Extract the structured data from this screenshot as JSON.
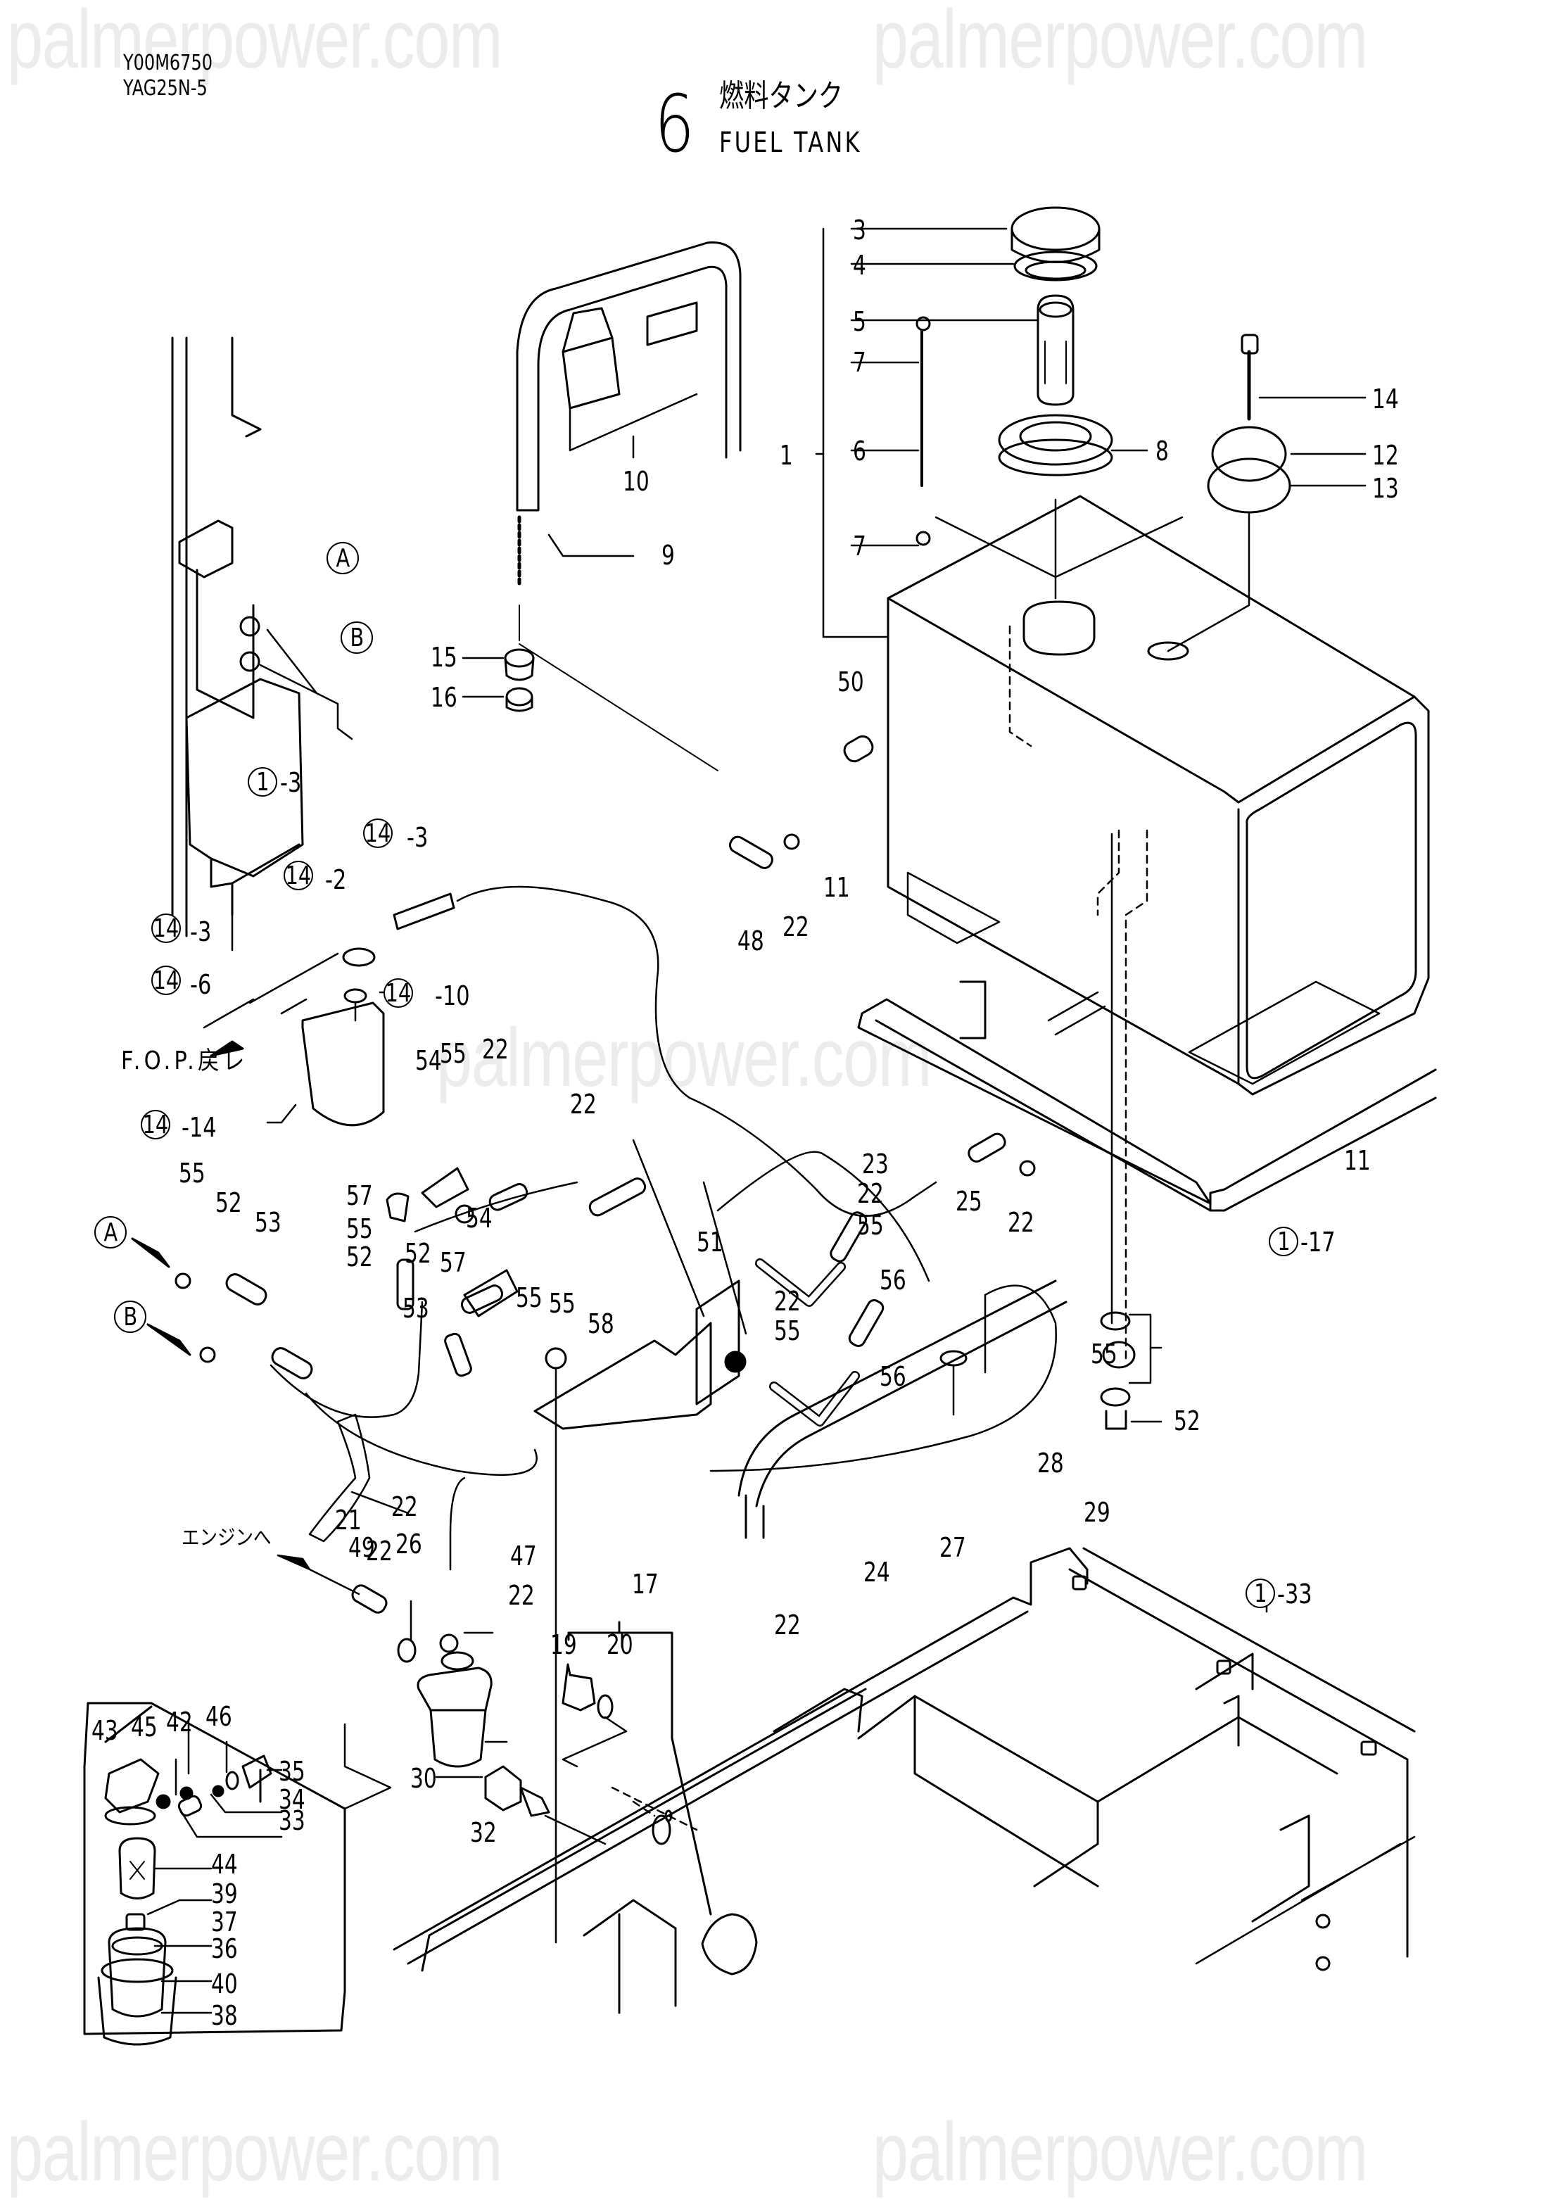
{
  "header": {
    "model_code": "Y00M6750",
    "model_name": "YAG25N-5",
    "section_number": "6",
    "title_jp": "燃料タンク",
    "title_en": "FUEL TANK"
  },
  "watermark": "palmerpower.com",
  "notes": {
    "fop_return": "F.O.P.戻レ",
    "to_engine": "エンジンへ"
  },
  "connection_markers": [
    "A",
    "B"
  ],
  "sub_assembly_refs": [
    {
      "circle": "1",
      "suffix": "-3"
    },
    {
      "circle": "1",
      "suffix": "-17"
    },
    {
      "circle": "1",
      "suffix": "-33"
    },
    {
      "circle": "14",
      "suffix": "-3"
    },
    {
      "circle": "14",
      "suffix": "-2"
    },
    {
      "circle": "14",
      "suffix": "-3"
    },
    {
      "circle": "14",
      "suffix": "-6"
    },
    {
      "circle": "14",
      "suffix": "-10"
    },
    {
      "circle": "14",
      "suffix": "-14"
    }
  ],
  "callouts": [
    "3",
    "4",
    "5",
    "7",
    "6",
    "7",
    "1",
    "8",
    "14",
    "12",
    "13",
    "10",
    "9",
    "15",
    "16",
    "50",
    "11",
    "48",
    "22",
    "11",
    "25",
    "22",
    "22",
    "55",
    "54",
    "22",
    "23",
    "22",
    "55",
    "56",
    "57",
    "55",
    "52",
    "55",
    "52",
    "53",
    "55",
    "52",
    "53",
    "57",
    "54",
    "55",
    "51",
    "58",
    "22",
    "55",
    "56",
    "55",
    "52",
    "28",
    "29",
    "22",
    "21",
    "26",
    "49",
    "22",
    "47",
    "22",
    "24",
    "27",
    "17",
    "19",
    "20",
    "22",
    "43",
    "45",
    "42",
    "46",
    "35",
    "34",
    "33",
    "32",
    "30",
    "44",
    "39",
    "37",
    "36",
    "40",
    "38"
  ]
}
